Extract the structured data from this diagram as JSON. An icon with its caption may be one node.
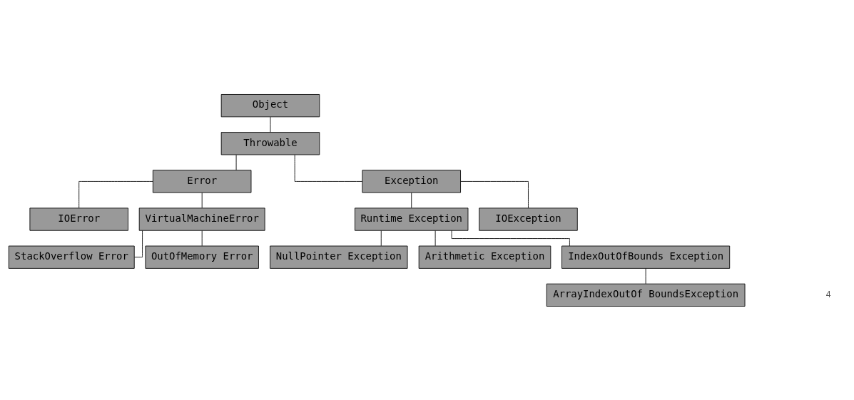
{
  "diagram": {
    "nodes": [
      {
        "text": [
          "Object"
        ]
      },
      {
        "text": [
          "Throwable"
        ]
      },
      {
        "text": [
          "Error"
        ]
      },
      {
        "text": [
          "Exception"
        ]
      },
      {
        "text": [
          "IOError"
        ]
      },
      {
        "text": [
          "VirtualMachineError"
        ]
      },
      {
        "text": [
          "Runtime Exception"
        ]
      },
      {
        "text": [
          "IOException"
        ]
      },
      {
        "text": [
          "StackOverflow Error"
        ]
      },
      {
        "text": [
          "OutOfMemory Error"
        ]
      },
      {
        "text": [
          "NullPointer Exception"
        ]
      },
      {
        "text": [
          "Arithmetic Exception"
        ]
      },
      {
        "text": [
          "IndexOutOfBounds Exception"
        ]
      },
      {
        "text": [
          "ArrayIndexOutOf BoundsException"
        ]
      }
    ],
    "edges": [
      {
        "from": 0,
        "to": 1,
        "arrow": "none"
      },
      {
        "from": 1,
        "to": 2,
        "arrow": "none"
      },
      {
        "from": 1,
        "to": 3,
        "arrow": "none"
      },
      {
        "from": 2,
        "to": 4,
        "arrow": "none"
      },
      {
        "from": 2,
        "to": 5,
        "arrow": "none"
      },
      {
        "from": 3,
        "to": 6,
        "arrow": "none"
      },
      {
        "from": 3,
        "to": 7,
        "arrow": "none"
      },
      {
        "from": 5,
        "to": 8,
        "arrow": "none"
      },
      {
        "from": 5,
        "to": 9,
        "arrow": "none"
      },
      {
        "from": 6,
        "to": 10,
        "arrow": "none"
      },
      {
        "from": 6,
        "to": 11,
        "arrow": "none"
      },
      {
        "from": 6,
        "to": 12,
        "arrow": "none"
      },
      {
        "from": 12,
        "to": 13,
        "arrow": "none"
      }
    ],
    "labels": [
      "4"
    ]
  }
}
